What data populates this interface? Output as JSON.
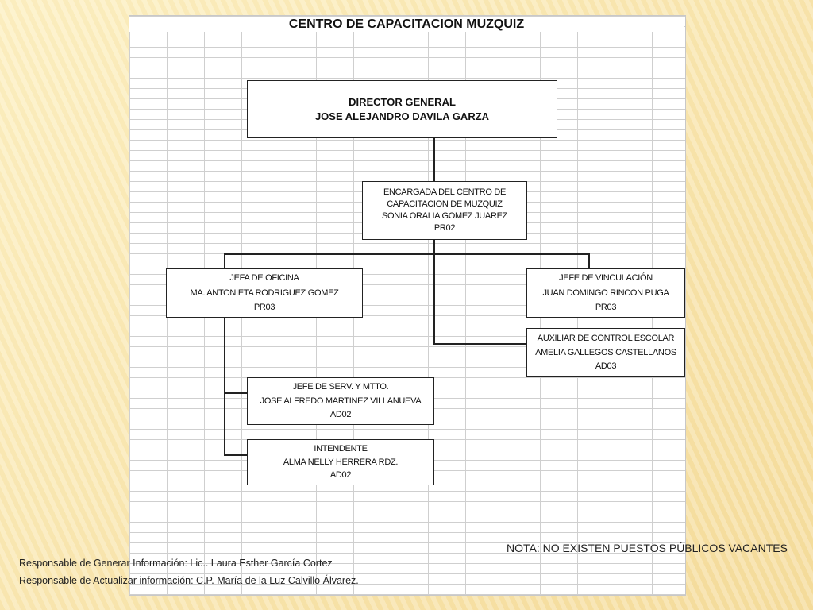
{
  "title": "CENTRO DE CAPACITACION MUZQUIZ",
  "director": {
    "line1": "DIRECTOR GENERAL",
    "line2": "JOSE ALEJANDRO DAVILA GARZA"
  },
  "encargada": {
    "line1": "ENCARGADA DEL CENTRO DE",
    "line2": "CAPACITACION DE MUZQUIZ",
    "line3": "SONIA ORALIA GOMEZ JUAREZ",
    "code": "PR02"
  },
  "jefa_oficina": {
    "line1": "JEFA DE OFICINA",
    "line2": "MA. ANTONIETA RODRIGUEZ GOMEZ",
    "code": "PR03"
  },
  "jefe_vinculacion": {
    "line1": "JEFE DE VINCULACIÓN",
    "line2": "JUAN DOMINGO RINCON PUGA",
    "code": "PR03"
  },
  "auxiliar": {
    "line1": "AUXILIAR DE CONTROL ESCOLAR",
    "line2": "AMELIA GALLEGOS CASTELLANOS",
    "code": "AD03"
  },
  "jefe_serv": {
    "line1": "JEFE DE SERV. Y MTTO.",
    "line2": "JOSE ALFREDO MARTINEZ VILLANUEVA",
    "code": "AD02"
  },
  "intendente": {
    "line1": "INTENDENTE",
    "line2": "ALMA NELLY HERRERA RDZ.",
    "code": "AD02"
  },
  "note": "NOTA: NO EXISTEN PUESTOS PÚBLICOS VACANTES",
  "responsible": {
    "generate": "Responsable de Generar Información: Lic.. Laura Esther García Cortez",
    "update": "Responsable de Actualizar información: C.P. María de la Luz Calvillo Álvarez."
  }
}
